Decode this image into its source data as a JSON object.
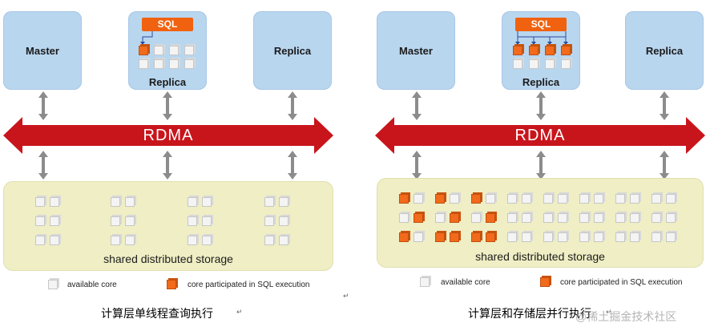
{
  "left": {
    "master_label": "Master",
    "replica_label": "Replica",
    "replica2_label": "Replica",
    "sql_label": "SQL",
    "rdma_label": "RDMA",
    "storage_label": "shared distributed storage",
    "legend_available": "available core",
    "legend_participated": "core participated in SQL execution",
    "caption": "计算层单线程查询执行",
    "caption_mark": "↵"
  },
  "right": {
    "master_label": "Master",
    "replica_label": "Replica",
    "replica2_label": "Replica",
    "sql_label": "SQL",
    "rdma_label": "RDMA",
    "storage_label": "shared distributed storage",
    "legend_available": "available core",
    "legend_participated": "core participated in SQL execution",
    "caption": "计算层和存储层并行执行",
    "caption_mark": "↵"
  },
  "separator_mark": "↵",
  "watermark": "@稀土掘金技术社区",
  "colors": {
    "node_fill": "#b9d6ef",
    "sql_orange": "#f0620f",
    "rdma_red": "#c8151c",
    "storage_fill": "#efeec4",
    "arrow_gray": "#8c8c8c"
  }
}
